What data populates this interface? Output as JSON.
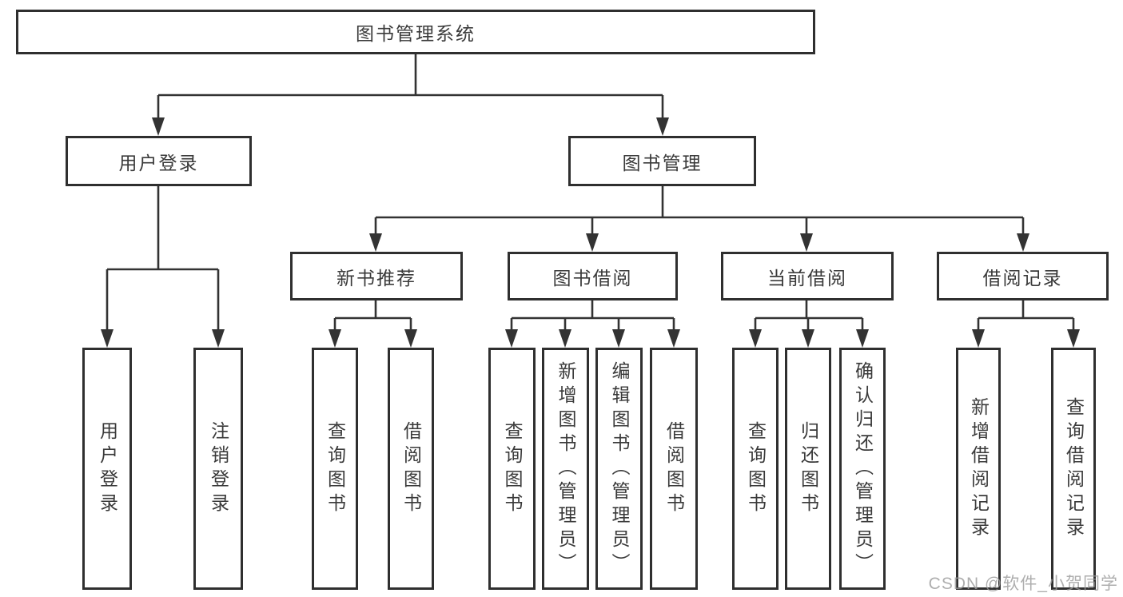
{
  "diagram": {
    "title": "图书管理系统",
    "watermark": "CSDN @软件_小贺同学",
    "colors": {
      "line": "#333333",
      "box_border": "#2f2f2f",
      "text": "#3a3a3a",
      "background": "#ffffff",
      "watermark": "#9a9a9a"
    }
  },
  "nodes": {
    "root": "图书管理系统",
    "userLogin": "用户登录",
    "bookMgmt": "图书管理",
    "userLoginChildren": [
      "用户登录",
      "注销登录"
    ],
    "newBookRec": "新书推荐",
    "newBookRecChildren": [
      "查询图书",
      "借阅图书"
    ],
    "bookBorrow": "图书借阅",
    "bookBorrowChildren": [
      "查询图书",
      "新增图书（管理员）",
      "编辑图书（管理员）",
      "借阅图书"
    ],
    "currentBorrow": "当前借阅",
    "currentBorrowChildren": [
      "查询图书",
      "归还图书",
      "确认归还（管理员）"
    ],
    "borrowRecords": "借阅记录",
    "borrowRecordsChildren": [
      "新增借阅记录",
      "查询借阅记录"
    ]
  }
}
